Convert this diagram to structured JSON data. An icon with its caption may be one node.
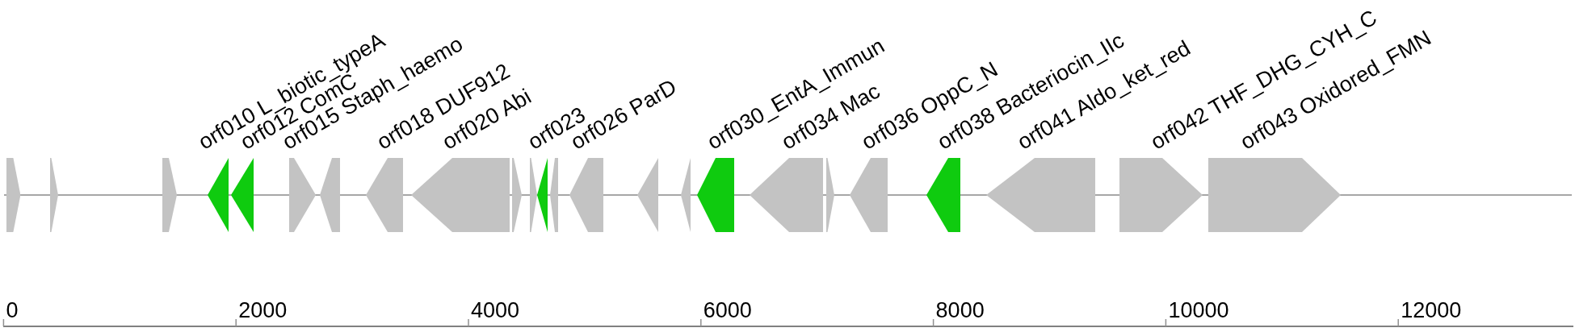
{
  "diagram": {
    "nodes": [
      {
        "text": [],
        "shape": "pentagon"
      },
      {
        "text": [],
        "shape": "pentagon"
      },
      {
        "text": [],
        "shape": "pentagon"
      },
      {
        "text": [
          "orf010 L_biotic_typeA"
        ]
      },
      {
        "text": [
          "orf012 ComC"
        ]
      },
      {
        "text": [
          "orf015 Staph_haemo"
        ]
      },
      {
        "text": [],
        "shape": "pentagon"
      },
      {
        "text": [
          "orf018 DUF912"
        ]
      },
      {
        "text": [
          "orf020 Abi"
        ]
      },
      {
        "text": [],
        "shape": "pentagon"
      },
      {
        "text": [],
        "shape": "pentagon"
      },
      {
        "text": [
          "orf023"
        ]
      },
      {
        "text": [],
        "shape": "pentagon"
      },
      {
        "text": [
          "orf026 ParD"
        ]
      },
      {
        "text": [],
        "shape": "pentagon"
      },
      {
        "text": [],
        "shape": "pentagon"
      },
      {
        "text": [
          "orf030_EntA_Immun"
        ]
      },
      {
        "text": [
          "orf034 Mac"
        ]
      },
      {
        "text": [],
        "shape": "pentagon"
      },
      {
        "text": [
          "orf036 OppC_N"
        ]
      },
      {
        "text": [
          "orf038 Bacteriocin_IIc"
        ]
      },
      {
        "text": [
          "orf041 Aldo_ket_red"
        ]
      },
      {
        "text": [
          "orf042 THF_DHG_CYH_C"
        ]
      },
      {
        "text": [
          "orf043 Oxidored_FMN"
        ]
      }
    ],
    "labels": [
      "0",
      "2000",
      "4000",
      "6000",
      "8000",
      "10000",
      "12000"
    ]
  }
}
